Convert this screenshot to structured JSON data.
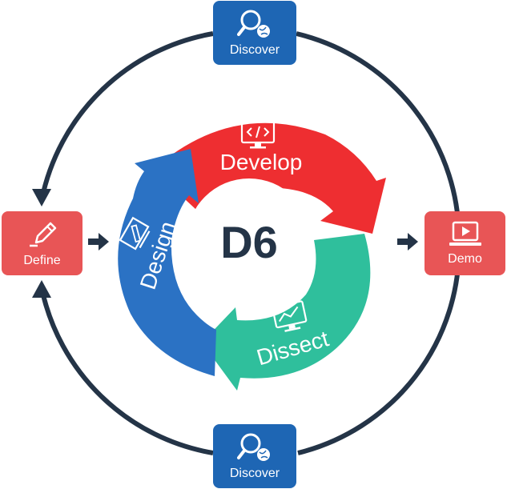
{
  "center": {
    "title": "D6"
  },
  "cycle": {
    "develop": {
      "label": "Develop",
      "color": "#ee2e31",
      "icon": "code-monitor-icon"
    },
    "dissect": {
      "label": "Dissect",
      "color": "#2fbf9c",
      "icon": "chart-monitor-icon"
    },
    "design": {
      "label": "Design",
      "color": "#2b72c4",
      "icon": "design-tools-icon"
    }
  },
  "outer_nodes": {
    "discover_top": {
      "label": "Discover",
      "color": "#1e66b4",
      "icon": "search-globe-icon"
    },
    "discover_bottom": {
      "label": "Discover",
      "color": "#1e66b4",
      "icon": "search-globe-icon"
    },
    "define": {
      "label": "Define",
      "color": "#e85556",
      "icon": "pencil-icon"
    },
    "demo": {
      "label": "Demo",
      "color": "#e85556",
      "icon": "play-laptop-icon"
    }
  },
  "ring_color": "#243447"
}
